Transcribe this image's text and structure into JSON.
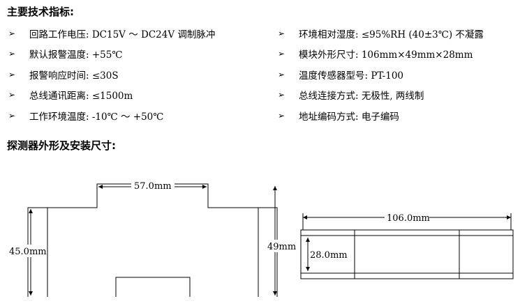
{
  "headings": {
    "specs": "主要技术指标:",
    "dims": "探测器外形及安装尺寸:"
  },
  "bullet_icon": "arrowhead-bullet-icon",
  "specs_left": [
    "回路工作电压: DC15V ～ DC24V 调制脉冲",
    "默认报警温度: +55℃",
    "报警响应时间: ≤30S",
    "总线通讯距离: ≤1500m",
    "工作环境温度:  -10℃ ～ +50℃"
  ],
  "specs_right": [
    "环境相对湿度: ≤95%RH (40±3℃) 不凝露",
    "模块外形尺寸: 106mm×49mm×28mm",
    "温度传感器型号: PT-100",
    "总线连接方式: 无极性, 两线制",
    "地址编码方式: 电子编码"
  ],
  "drawing_labels": {
    "top_width": "57.0mm",
    "left_height": "45.0mm",
    "right_height": "49mm",
    "side_width": "106.0mm",
    "side_depth": "28.0mm"
  }
}
